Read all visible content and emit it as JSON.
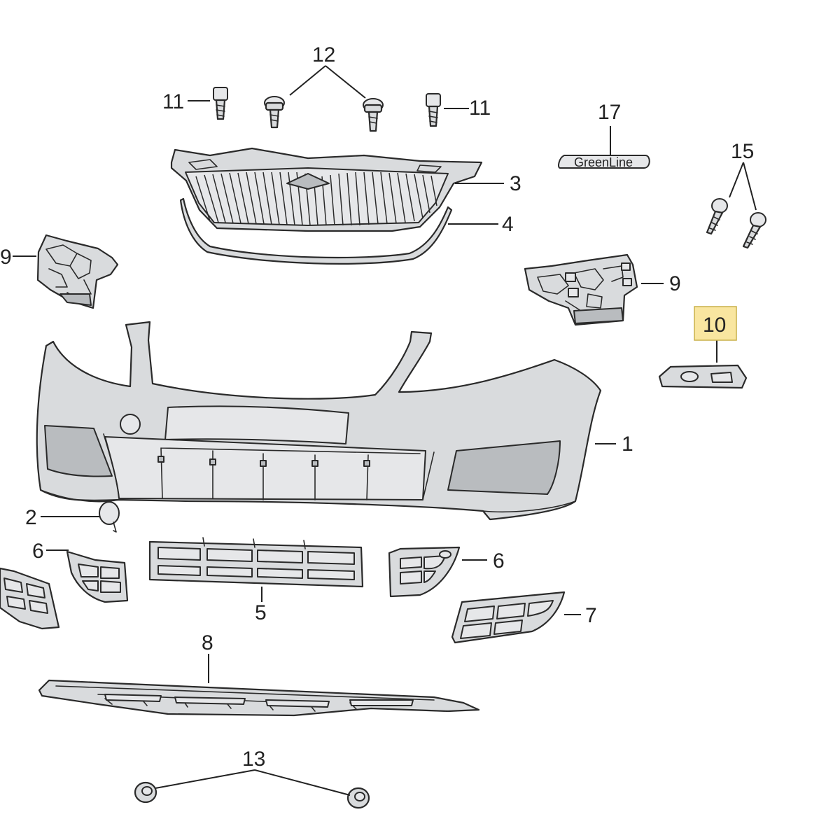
{
  "callouts": {
    "c1": "1",
    "c2": "2",
    "c3": "3",
    "c4": "4",
    "c5": "5",
    "c6_left": "6",
    "c6_right": "6",
    "c7": "7",
    "c8": "8",
    "c9_left": "9",
    "c9_right": "9",
    "c10": "10",
    "c11_left": "11",
    "c11_right": "11",
    "c12": "12",
    "c13": "13",
    "c15": "15",
    "c17": "17"
  },
  "badge": {
    "text": "GreenLine"
  },
  "highlight": {
    "part": "10",
    "color": "#f9e6a0"
  }
}
